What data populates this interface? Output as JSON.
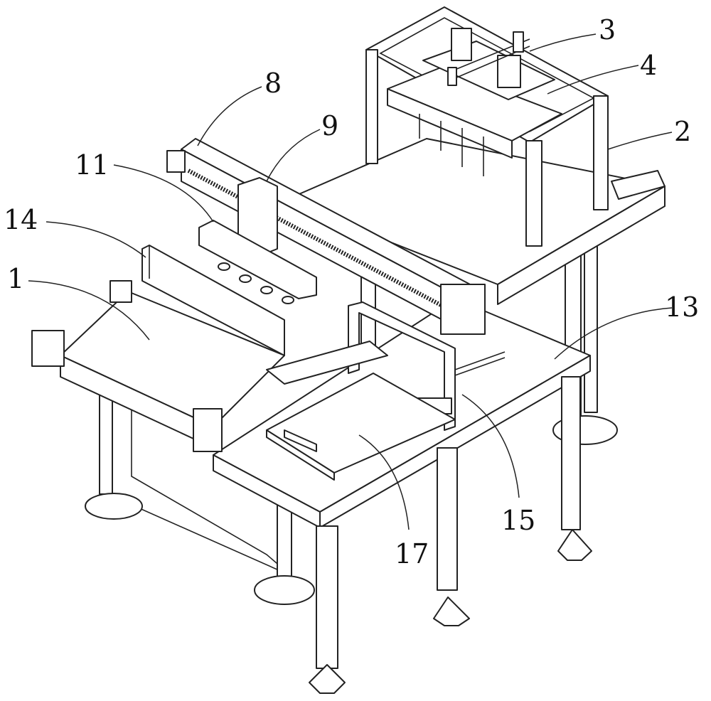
{
  "figure": {
    "title": "Automated conveyor and gantry pick-and-place machine (patent drawing)",
    "labels": {
      "l1": "1",
      "l2": "2",
      "l3": "3",
      "l4": "4",
      "l8": "8",
      "l9": "9",
      "l11": "11",
      "l13": "13",
      "l14": "14",
      "l15": "15",
      "l17": "17"
    }
  }
}
